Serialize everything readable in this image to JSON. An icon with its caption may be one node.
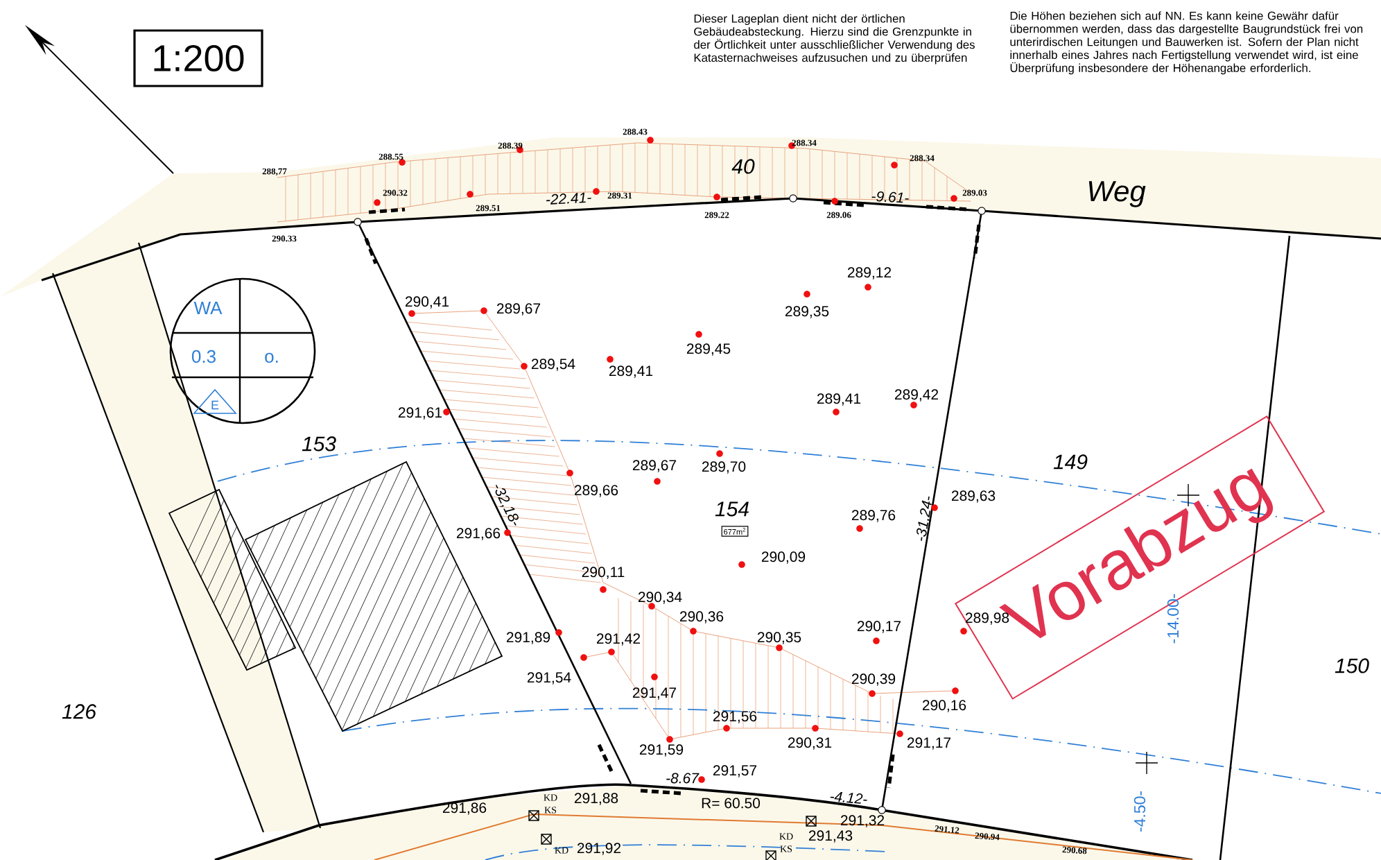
{
  "diagram": {
    "nodes": [
      {
        "text": [
          "1:200"
        ]
      },
      {
        "text": [
          "Vorabzug"
        ]
      },
      {
        "text": [
          "WA",
          "0.3",
          "o.",
          "E"
        ]
      },
      {
        "text": [
          "677m$^{2}$"
        ]
      }
    ],
    "labels": [
      "Dieser Lageplan dient nicht der örtlichen Gebäudeabsteckung. Hierzu sind die Grenzpunkte in der Örtlichkeit unter ausschließlicher Verwendung des Katasternachweises aufzusuchen und zu überprüfen",
      "Die Höhen beziehen sich auf NN. Es kann keine Gewähr dafür übernommen werden, dass das dargestellte Baugrundstück frei von unterirdischen Leitungen und Bauwerken ist. Sofern der Plan nicht innerhalb eines Jahres nach Fertigstellung verwendet wird, ist eine Überprüfung insbesondere der Höhenangabe erforderlich.",
      "Weg",
      "288,77",
      "288.55",
      "288.39",
      "288.43",
      "288.34",
      "288.34",
      "40",
      "290.32",
      "289.51",
      "-22.41-",
      "289.31",
      "289.22",
      "289.06",
      "-9.61-",
      "289.03",
      "290.33",
      "290,41",
      "289,67",
      "289,12",
      "289,35",
      "289,45",
      "289,54",
      "289,41",
      "291,61",
      "289,41",
      "289,42",
      "153",
      "289,67",
      "289,70",
      "149",
      "289,66",
      "-32,18-",
      "291,66",
      "154",
      "289,76",
      "-31,24-",
      "289,63",
      "290,09",
      "290,11",
      "290,34",
      "290,36",
      "289,98",
      "290,17",
      "-14.00-",
      "291,89",
      "291,42",
      "290,35",
      "150",
      "126",
      "291,54",
      "291,47",
      "291,56",
      "290,39",
      "290,16",
      "291,59",
      "290,31",
      "291,17",
      "-8.67",
      "291,57",
      "291,86",
      "KD",
      "KS",
      "291,88",
      "R= 60.50",
      "-4.12-",
      "-4.50-",
      "KD",
      "291,43",
      "291,32",
      "291.12",
      "290.94",
      "KD",
      "291,92",
      "KS",
      "290.68"
    ]
  }
}
